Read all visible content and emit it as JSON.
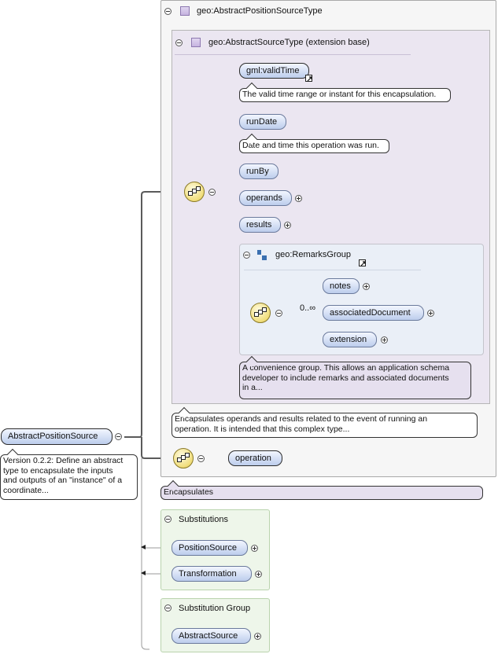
{
  "outer_type": {
    "title": "geo:AbstractPositionSourceType"
  },
  "extension_base": {
    "title": "geo:AbstractSourceType (extension base)"
  },
  "elements": {
    "validTime": "gml:validTime",
    "validTime_note": "The valid time range or instant for this encapsulation.",
    "runDate": "runDate",
    "runDate_note": "Date and time this operation was run.",
    "runBy": "runBy",
    "operands": "operands",
    "results": "results",
    "notes": "notes",
    "associatedDocument": "associatedDocument",
    "extension": "extension",
    "operation": "operation"
  },
  "remarks_group": {
    "title": "geo:RemarksGroup",
    "multiplicity": "0..∞",
    "note_lines": [
      "A convenience group. This allows an application schema",
      "developer to include remarks and associated documents",
      "in a..."
    ]
  },
  "extension_note_lines": [
    "Encapsulates operands and results related to the event of running an",
    "operation. It is intended that this complex type..."
  ],
  "outer_note": "Encapsulates",
  "root": {
    "name": "AbstractPositionSource",
    "note_lines": [
      "Version 0.2.2: Define an abstract",
      "type to encapsulate the inputs",
      "and outputs of an \"instance\" of a",
      "coordinate..."
    ]
  },
  "substitutions": {
    "title": "Substitutions",
    "items": [
      "PositionSource",
      "Transformation"
    ]
  },
  "substitution_group": {
    "title": "Substitution Group",
    "items": [
      "AbstractSource"
    ]
  },
  "colors": {
    "element_fill": "#bccdec",
    "compositor_fill": "#f0dd7a",
    "extension_fill": "#ebe6f1",
    "substitution_fill": "#eef6ea"
  }
}
